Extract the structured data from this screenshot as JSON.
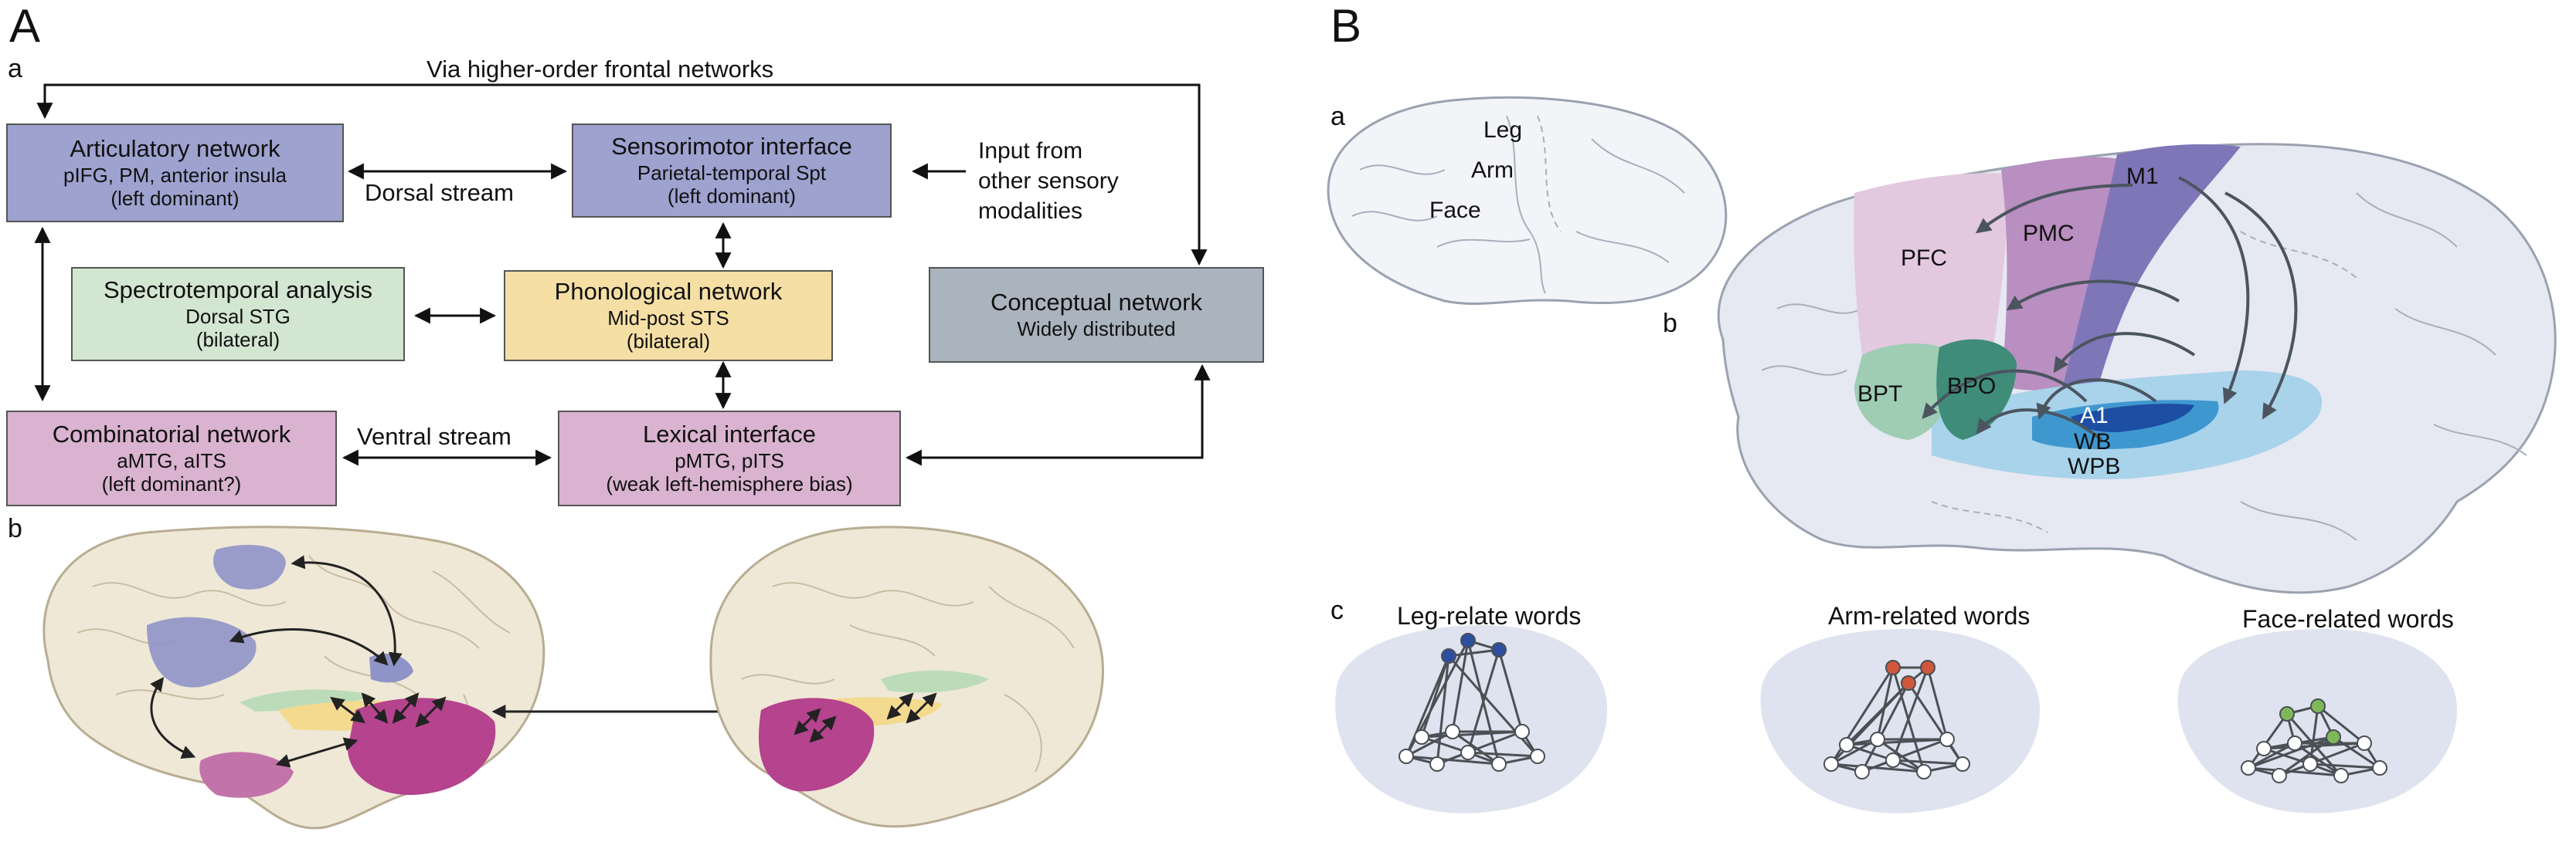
{
  "panel_a": {
    "letter": "A",
    "sub_a": "a",
    "sub_b": "b",
    "top_label": "Via higher-order frontal networks",
    "boxes": {
      "articulatory": {
        "title": "Articulatory network",
        "line2": "pIFG, PM, anterior insula",
        "line3": "(left dominant)"
      },
      "sensorimotor": {
        "title": "Sensorimotor interface",
        "line2": "Parietal-temporal Spt",
        "line3": "(left dominant)"
      },
      "spectrotemporal": {
        "title": "Spectrotemporal analysis",
        "line2": "Dorsal STG",
        "line3": "(bilateral)"
      },
      "phonological": {
        "title": "Phonological network",
        "line2": "Mid-post STS",
        "line3": "(bilateral)"
      },
      "conceptual": {
        "title": "Conceptual network",
        "line2": "Widely distributed"
      },
      "combinatorial": {
        "title": "Combinatorial network",
        "line2": "aMTG, aITS",
        "line3": "(left dominant?)"
      },
      "lexical": {
        "title": "Lexical interface",
        "line2": "pMTG, pITS",
        "line3": "(weak left-hemisphere bias)"
      }
    },
    "dorsal_stream": "Dorsal stream",
    "ventral_stream": "Ventral stream",
    "input_line1": "Input from",
    "input_line2": "other sensory",
    "input_line3": "modalities",
    "colors": {
      "purple": "#9da2cf",
      "green": "#d3e6d1",
      "yellow": "#f5dfa5",
      "grey": "#aab4be",
      "pink": "#d9b3d0"
    }
  },
  "panel_b": {
    "letter": "B",
    "sub_a": "a",
    "sub_b": "b",
    "sub_c": "c",
    "small_brain_labels": {
      "leg": "Leg",
      "arm": "Arm",
      "face": "Face"
    },
    "big_brain_labels": {
      "m1": "M1",
      "pmc": "PMC",
      "pfc": "PFC",
      "bpt": "BPT",
      "bpo": "BPO",
      "a1": "A1",
      "wb": "WB",
      "wpb": "WPB"
    },
    "network_titles": [
      "Leg-relate words",
      "Arm-related words",
      "Face-related words"
    ],
    "colors": {
      "leg": "#2e4fa0",
      "arm": "#d0573b",
      "face": "#7fb85a"
    }
  }
}
